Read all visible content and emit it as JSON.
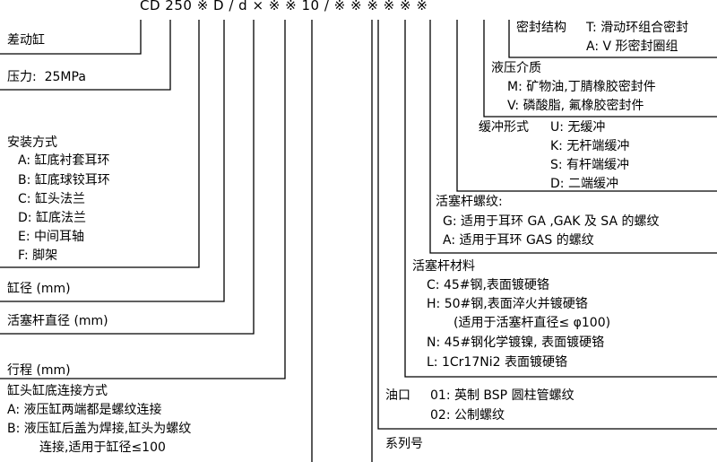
{
  "header": {
    "code": "CD 250 ※ D / d × ※ ※ 10 / ※ ※ ※ ※ ※ ※"
  },
  "cylinder_type": "差动缸",
  "pressure": "压力:  25MPa",
  "mounting": {
    "title": "安装方式",
    "options": [
      "A: 缸底衬套耳环",
      "B: 缸底球铰耳环",
      "C: 缸头法兰",
      "D: 缸底法兰",
      "E: 中间耳轴",
      "F: 脚架"
    ]
  },
  "bore": "缸径 (mm)",
  "rod_diameter": "活塞杆直径 (mm)",
  "stroke": "行程 (mm)",
  "connection": {
    "title": "缸头缸底连接方式",
    "lines": [
      "A: 液压缸两端都是螺纹连接",
      "B: 液压缸后盖为焊接,缸头为螺纹",
      "连接,适用于缸径≤100"
    ]
  },
  "series": "系列号",
  "oil_port": {
    "label": "油口",
    "options": [
      "01: 英制 BSP 圆柱管螺纹",
      "02: 公制螺纹"
    ]
  },
  "rod_material": {
    "title": "活塞杆材料",
    "lines": [
      "C: 45#钢,表面镀硬铬",
      "H: 50#钢,表面淬火并镀硬铬",
      "(适用于活塞杆直径≤ φ100)",
      "N: 45#钢化学镀镍, 表面镀硬铬",
      "L: 1Cr17Ni2 表面镀硬铬"
    ]
  },
  "rod_thread": {
    "title": "活塞杆螺纹:",
    "lines": [
      "G: 适用于耳环 GA ,GAK 及 SA 的螺纹",
      "A: 适用于耳环 GAS 的螺纹"
    ]
  },
  "cushion": {
    "title": "缓冲形式",
    "options": [
      "U: 无缓冲",
      "K: 无杆端缓冲",
      "S: 有杆端缓冲",
      "D: 二端缓冲"
    ]
  },
  "fluid": {
    "title": "液压介质",
    "lines": [
      "M: 矿物油,丁腈橡胶密封件",
      "V: 磷酸脂, 氟橡胶密封件"
    ]
  },
  "seal": {
    "title": "密封结构",
    "options": [
      "T: 滑动环组合密封",
      "A: V 形密封圈组"
    ]
  }
}
